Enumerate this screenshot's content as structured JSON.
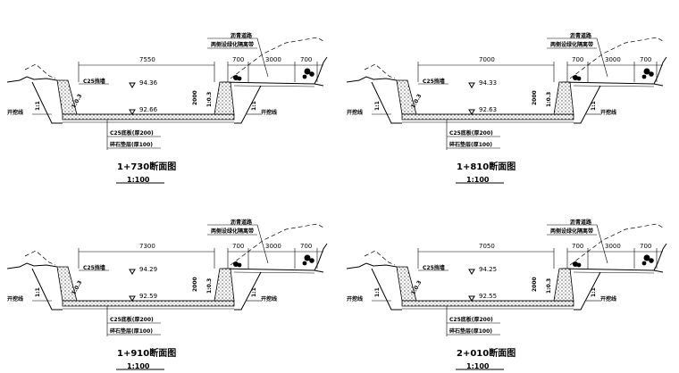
{
  "labels": {
    "retaining_wall": "C25挡墙",
    "base_plate": "C25底板(厚200)",
    "gravel_cushion": "碎石垫层(厚100)",
    "excavation_line": "开挖线",
    "asphalt_road": "沥青道路",
    "green_belt": "两侧设绿化隔离带",
    "wall_height": "2000",
    "slope_ratio": "1:0.3",
    "cut_slope": "1:1"
  },
  "sections": [
    {
      "title": "1+730断面图",
      "scale": "1:100",
      "width": "7550",
      "right_dims": [
        "700",
        "3000",
        "700"
      ],
      "water_level": "94.36",
      "bottom_level": "92.66"
    },
    {
      "title": "1+810断面图",
      "scale": "1:100",
      "width": "7000",
      "right_dims": [
        "700",
        "3000",
        "700"
      ],
      "water_level": "94.33",
      "bottom_level": "92.63"
    },
    {
      "title": "1+910断面图",
      "scale": "1:100",
      "width": "7300",
      "right_dims": [
        "700",
        "3000",
        "700"
      ],
      "water_level": "94.29",
      "bottom_level": "92.59"
    },
    {
      "title": "2+010断面图",
      "scale": "1:100",
      "width": "7050",
      "right_dims": [
        "700",
        "3000",
        "700"
      ],
      "water_level": "94.25",
      "bottom_level": "92.55"
    }
  ]
}
